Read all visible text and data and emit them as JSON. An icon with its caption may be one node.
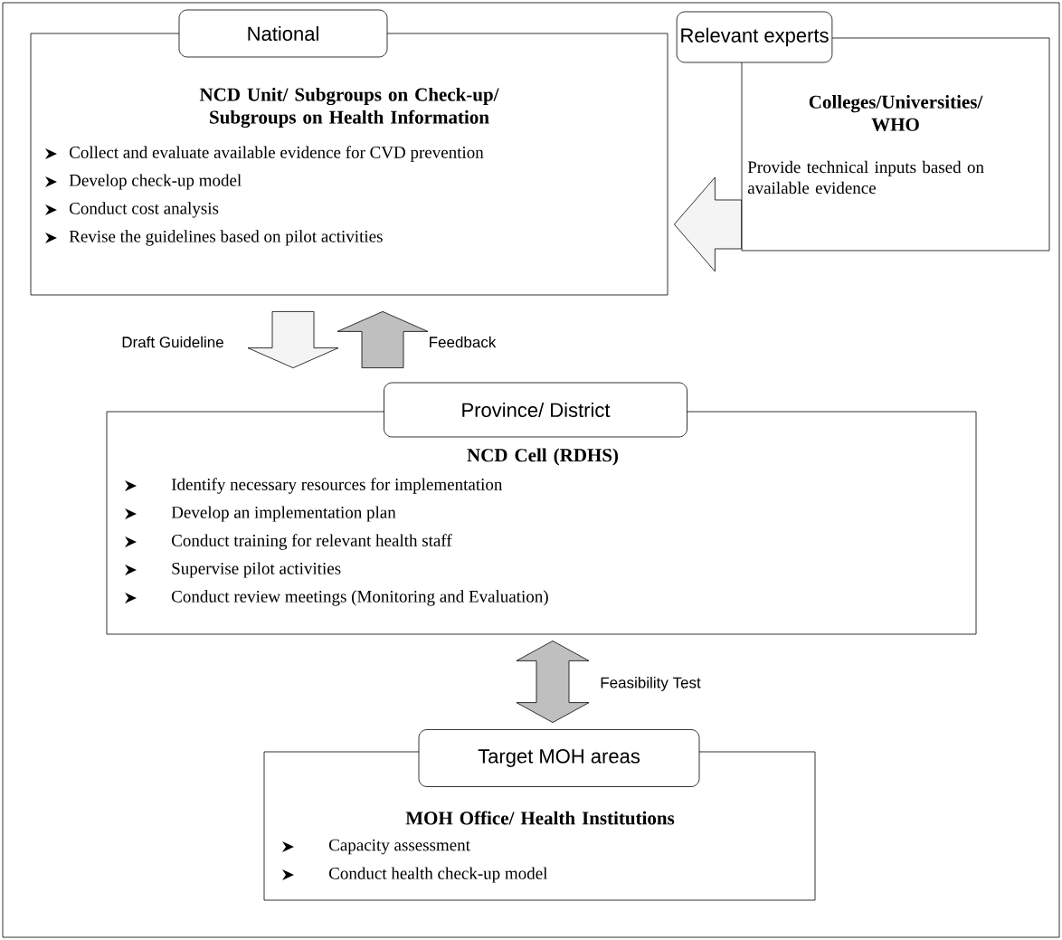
{
  "diagram": {
    "nodes": [
      {
        "text": [
          "National",
          "NCD Unit/ Subgroups on Check-up/ Subgroups on Health Information",
          "Collect and evaluate available evidence for CVD prevention",
          "Develop check-up model",
          "Conduct cost analysis",
          "Revise the guidelines based on pilot activities"
        ]
      },
      {
        "text": [
          "Relevant experts",
          "Colleges/Universities/ WHO",
          "Provide technical inputs based on available evidence"
        ]
      },
      {
        "text": [
          "Province/ District",
          "NCD Cell (RDHS)",
          "Identify necessary resources for implementation",
          "Develop an implementation plan",
          "Conduct training for relevant health staff",
          "Supervise pilot activities",
          "Conduct review meetings (Monitoring and Evaluation)"
        ]
      },
      {
        "text": [
          "Target MOH areas",
          "MOH Office/ Health Institutions",
          "Capacity assessment",
          "Conduct health check-up model"
        ]
      }
    ],
    "edges": [
      {
        "from": 1,
        "to": 0,
        "arrow": "to"
      },
      {
        "from": 0,
        "to": 2,
        "arrow": "to",
        "label": "Draft Guideline"
      },
      {
        "from": 2,
        "to": 0,
        "arrow": "to",
        "label": "Feedback",
        "color": "#bfbfbf"
      },
      {
        "from": 2,
        "to": 3,
        "arrow": "both",
        "label": "Feasibility Test",
        "color": "#bfbfbf"
      }
    ]
  }
}
